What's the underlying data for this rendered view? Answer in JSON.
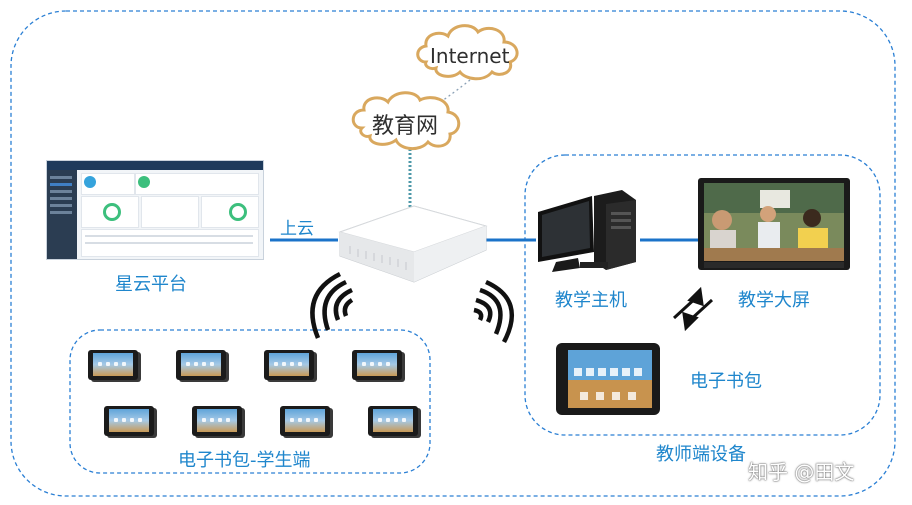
{
  "nodes": {
    "internet": "Internet",
    "edu_net": "教育网",
    "platform": "星云平台",
    "cloud_up": "上云",
    "teaching_host": "教学主机",
    "teaching_screen": "教学大屏",
    "ebag": "电子书包",
    "student_group": "电子书包-学生端",
    "teacher_group": "教师端设备"
  },
  "watermark": "知乎 @田文",
  "colors": {
    "label_blue": "#1f86cc",
    "line_blue": "#1b73c9",
    "dash_blue": "#2a7fd4",
    "ring_green": "#3cbf7d"
  }
}
